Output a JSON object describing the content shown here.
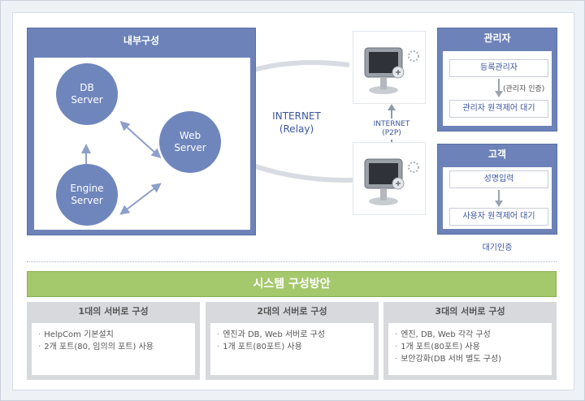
{
  "internal": {
    "title": "내부구성",
    "db_server": "DB\nServer",
    "engine_server": "Engine\nServer",
    "web_server": "Web\nServer"
  },
  "connection": {
    "internet_relay": "INTERNET\n(Relay)",
    "internet_p2p": "INTERNET\n(P2P)"
  },
  "admin": {
    "title": "관리자",
    "step1": "등록관리자",
    "note": "(관리자 인증)",
    "step2": "관리자 원격제어 대기"
  },
  "customer": {
    "title": "고객",
    "step1": "성명입력",
    "step2": "사용자 원격제어 대기"
  },
  "waiting_auth": "대기인증",
  "plan": {
    "title": "시스템 구성방안",
    "options": [
      {
        "title": "1대의 서버로 구성",
        "items": [
          "HelpCom 기본설치",
          "2개 포트(80, 임의의 포트) 사용"
        ]
      },
      {
        "title": "2대의 서버로 구성",
        "items": [
          "엔진과 DB, Web 서버로 구성",
          "1개 포트(80포트) 사용"
        ]
      },
      {
        "title": "3대의 서버로 구성",
        "items": [
          "엔진, DB, Web 각각 구성",
          "1개 포트(80포트) 사용",
          "보안강화(DB 서버 별도 구성)"
        ]
      }
    ]
  },
  "colors": {
    "panel_blue": "#6c82b8",
    "node_blue": "#6f86bd",
    "plan_green": "#a4c86c",
    "option_gray": "#d7d9dd",
    "text_blue": "#3b55a0"
  }
}
